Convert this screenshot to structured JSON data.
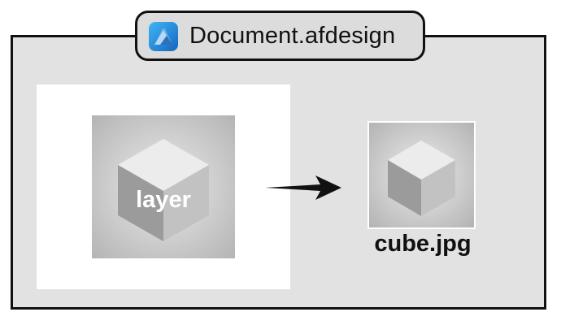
{
  "window": {
    "title": "Document.afdesign",
    "app_icon": "affinity-designer-icon"
  },
  "canvas": {
    "layer_label": "layer"
  },
  "export": {
    "file_label": "cube.jpg"
  },
  "colors": {
    "frame_fill": "#e2e2e2",
    "border": "#111111",
    "canvas_fill": "#ffffff",
    "icon_blue": "#1f8fe0"
  }
}
